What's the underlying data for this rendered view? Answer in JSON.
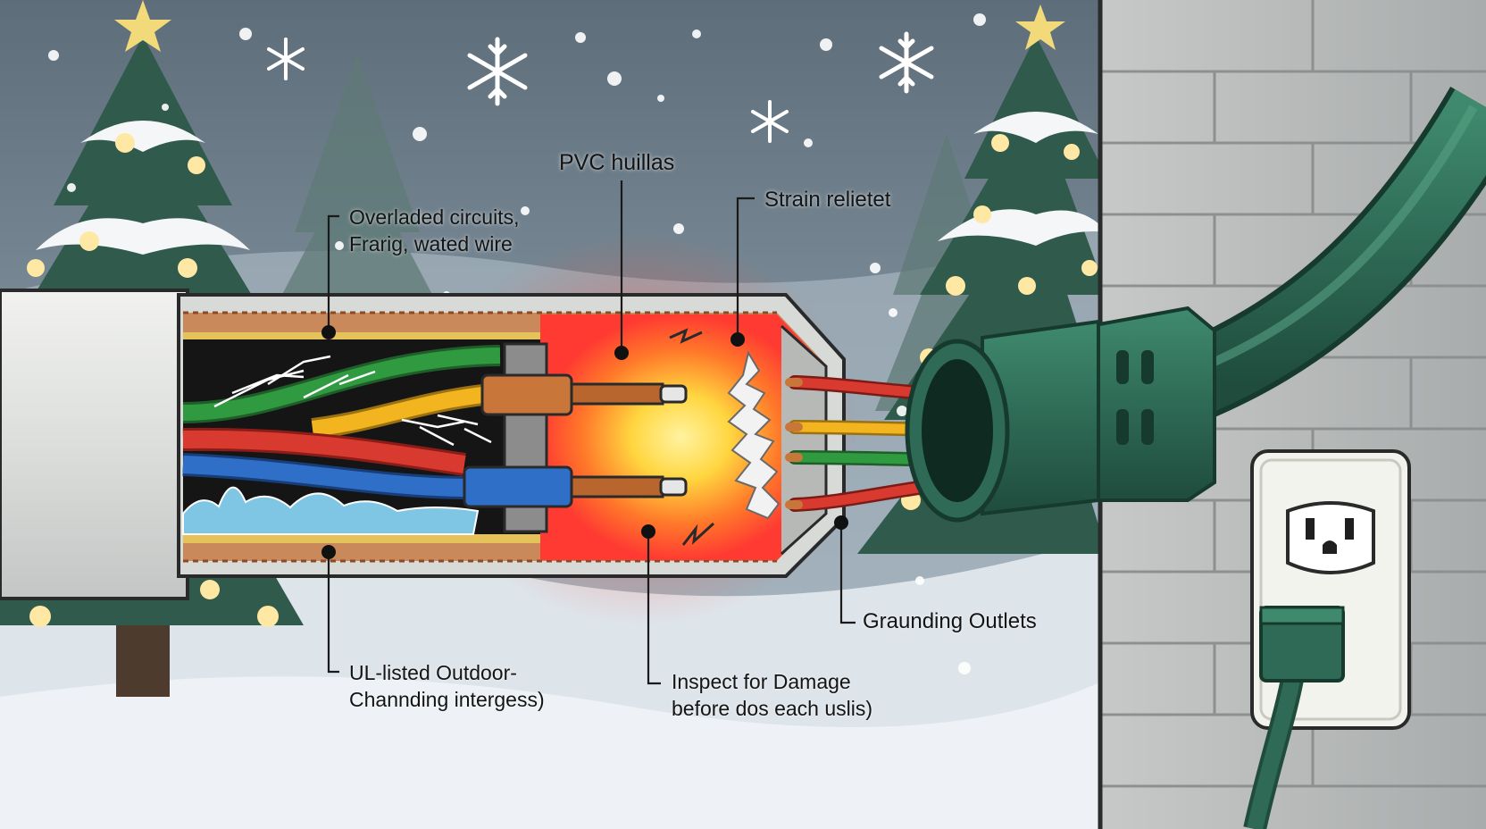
{
  "callouts": {
    "pvc": "PVC huillas",
    "overloaded_line1": "Overladed circuits,",
    "overloaded_line2": "Frarig, wated wire",
    "strain": "Strain relietet",
    "grounding": "Graunding Outlets",
    "ul_line1": "UL-listed Outdoor-",
    "ul_line2": "Channding intergess)",
    "inspect_line1": "Inspect for Damage",
    "inspect_line2": "before dos each uslis)"
  },
  "colors": {
    "sky": "#64747f",
    "snow": "#eef2f6",
    "tree": "#2f5a4c",
    "cord_green": "#2e6a55",
    "jacket": "#e2e4e2",
    "insulation": "#c9895a",
    "heat_core": "#ffe24a",
    "heat_edge": "#ff3b2f",
    "wire_red": "#d93a30",
    "wire_yellow": "#f2b51f",
    "wire_green": "#2f9a3f",
    "wire_blue": "#2f6fc8",
    "water": "#7fc6e4",
    "copper": "#c8763a",
    "wall": "#b9bbbb"
  }
}
